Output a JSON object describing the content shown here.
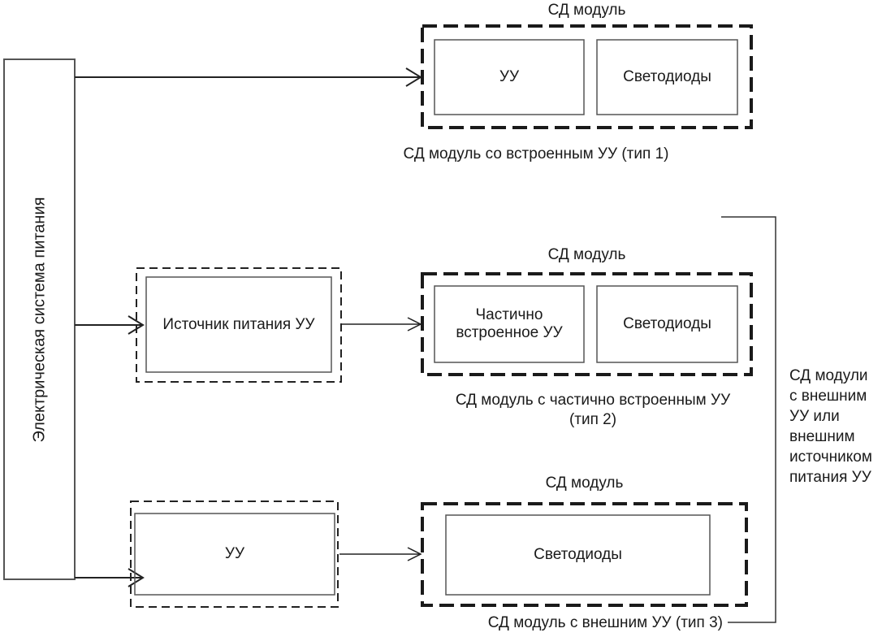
{
  "diagram": {
    "power_system": {
      "label": "Электрическая система питания"
    },
    "rows": [
      {
        "id": "type1",
        "module_title": "СД модуль",
        "module_blocks": [
          "УУ",
          "Светодиоды"
        ],
        "caption": "СД модуль со встроенным УУ (тип 1)"
      },
      {
        "id": "type2",
        "external_block": "Источник питания УУ",
        "module_title": "СД модуль",
        "module_blocks": [
          "Частично встроенное УУ",
          "Светодиоды"
        ],
        "caption_line1": "СД модуль с частично встроенным УУ",
        "caption_line2": "(тип 2)"
      },
      {
        "id": "type3",
        "external_block": "УУ",
        "module_title": "СД модуль",
        "module_blocks": [
          "Светодиоды"
        ],
        "caption": "СД модуль с  внешним УУ (тип 3)"
      }
    ],
    "bracket_note": [
      "СД модули",
      "с внешним",
      "УУ или",
      "внешним",
      "источником",
      "питания УУ"
    ]
  }
}
